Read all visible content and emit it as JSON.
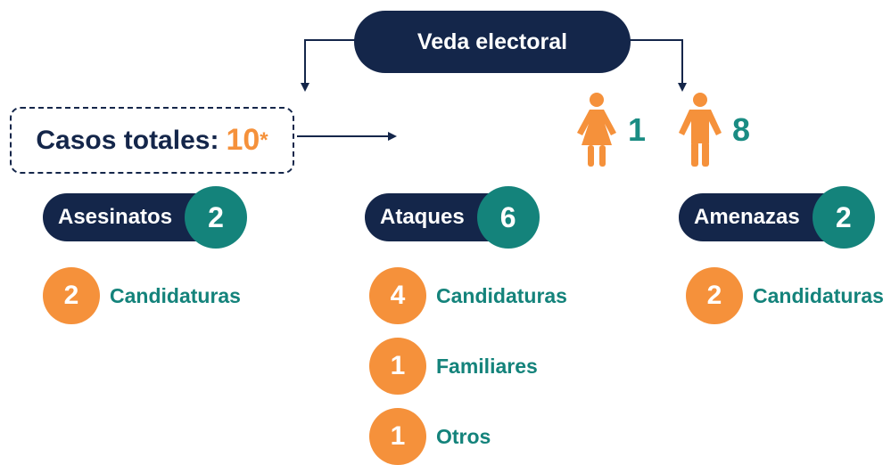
{
  "title": "Veda electoral",
  "total": {
    "label": "Casos totales:",
    "value": "10",
    "mark": "*"
  },
  "gender": [
    {
      "icon": "woman-icon",
      "count": "1"
    },
    {
      "icon": "man-icon",
      "count": "8"
    }
  ],
  "categories": [
    {
      "label": "Asesinatos",
      "count": "2",
      "items": [
        {
          "count": "2",
          "label": "Candidaturas"
        }
      ]
    },
    {
      "label": "Ataques",
      "count": "6",
      "items": [
        {
          "count": "4",
          "label": "Candidaturas"
        },
        {
          "count": "1",
          "label": "Familiares"
        },
        {
          "count": "1",
          "label": "Otros"
        }
      ]
    },
    {
      "label": "Amenazas",
      "count": "2",
      "items": [
        {
          "count": "2",
          "label": "Candidaturas"
        }
      ]
    }
  ],
  "colors": {
    "navy": "#14264a",
    "teal": "#14837b",
    "teal_text": "#1a8c83",
    "orange": "#f5913b"
  }
}
